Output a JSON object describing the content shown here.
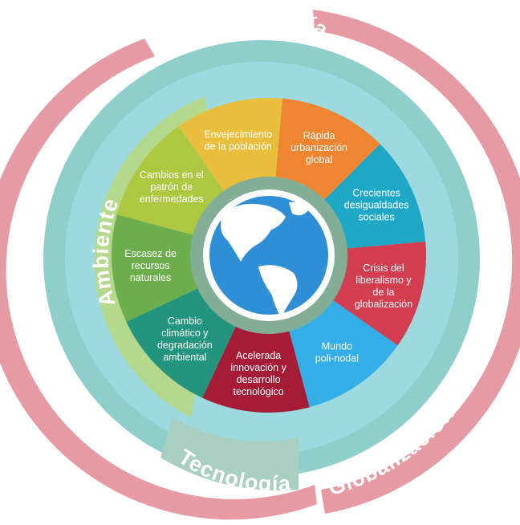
{
  "diagram": {
    "ring_labels": {
      "demografia": "Demografía",
      "ambiente": "Ambiente",
      "tecnologia": "Tecnología",
      "globalizacion": "Globalización"
    },
    "segments": [
      {
        "lines": [
          "Envejecimiento",
          "de la población"
        ],
        "color": "#E8BE3C"
      },
      {
        "lines": [
          "Rápida",
          "urbanización",
          "global"
        ],
        "color": "#EF8431"
      },
      {
        "lines": [
          "Crecientes",
          "desigualdades",
          "sociales"
        ],
        "color": "#1FA8C6"
      },
      {
        "lines": [
          "Crisis del",
          "liberalismo y",
          "de la",
          "globalización"
        ],
        "color": "#D23D50"
      },
      {
        "lines": [
          "Mundo",
          "poli-nodal"
        ],
        "color": "#33AEE6"
      },
      {
        "lines": [
          "Acelerada",
          "innovación y",
          "desarrollo",
          "tecnológico"
        ],
        "color": "#A61C36"
      },
      {
        "lines": [
          "Cambio",
          "climático y",
          "degradación",
          "ambiental"
        ],
        "color": "#23957E"
      },
      {
        "lines": [
          "Escasez de",
          "recursos",
          "naturales"
        ],
        "color": "#6DAE4C"
      },
      {
        "lines": [
          "Cambios en el",
          "patrón de",
          "enfermedades"
        ],
        "color": "#ADC741"
      }
    ],
    "colors": {
      "outer_pink": "#E69AA3",
      "teal_band": "#8FCFCB",
      "light_teal_band": "#9DDAE0",
      "green_band": "#B5D98C",
      "tech_band": "#A9CFC2",
      "hub_ring": "#6B8A5A",
      "globe_ocean": "#2E8FD6",
      "globe_land": "#FFFFFF"
    }
  }
}
